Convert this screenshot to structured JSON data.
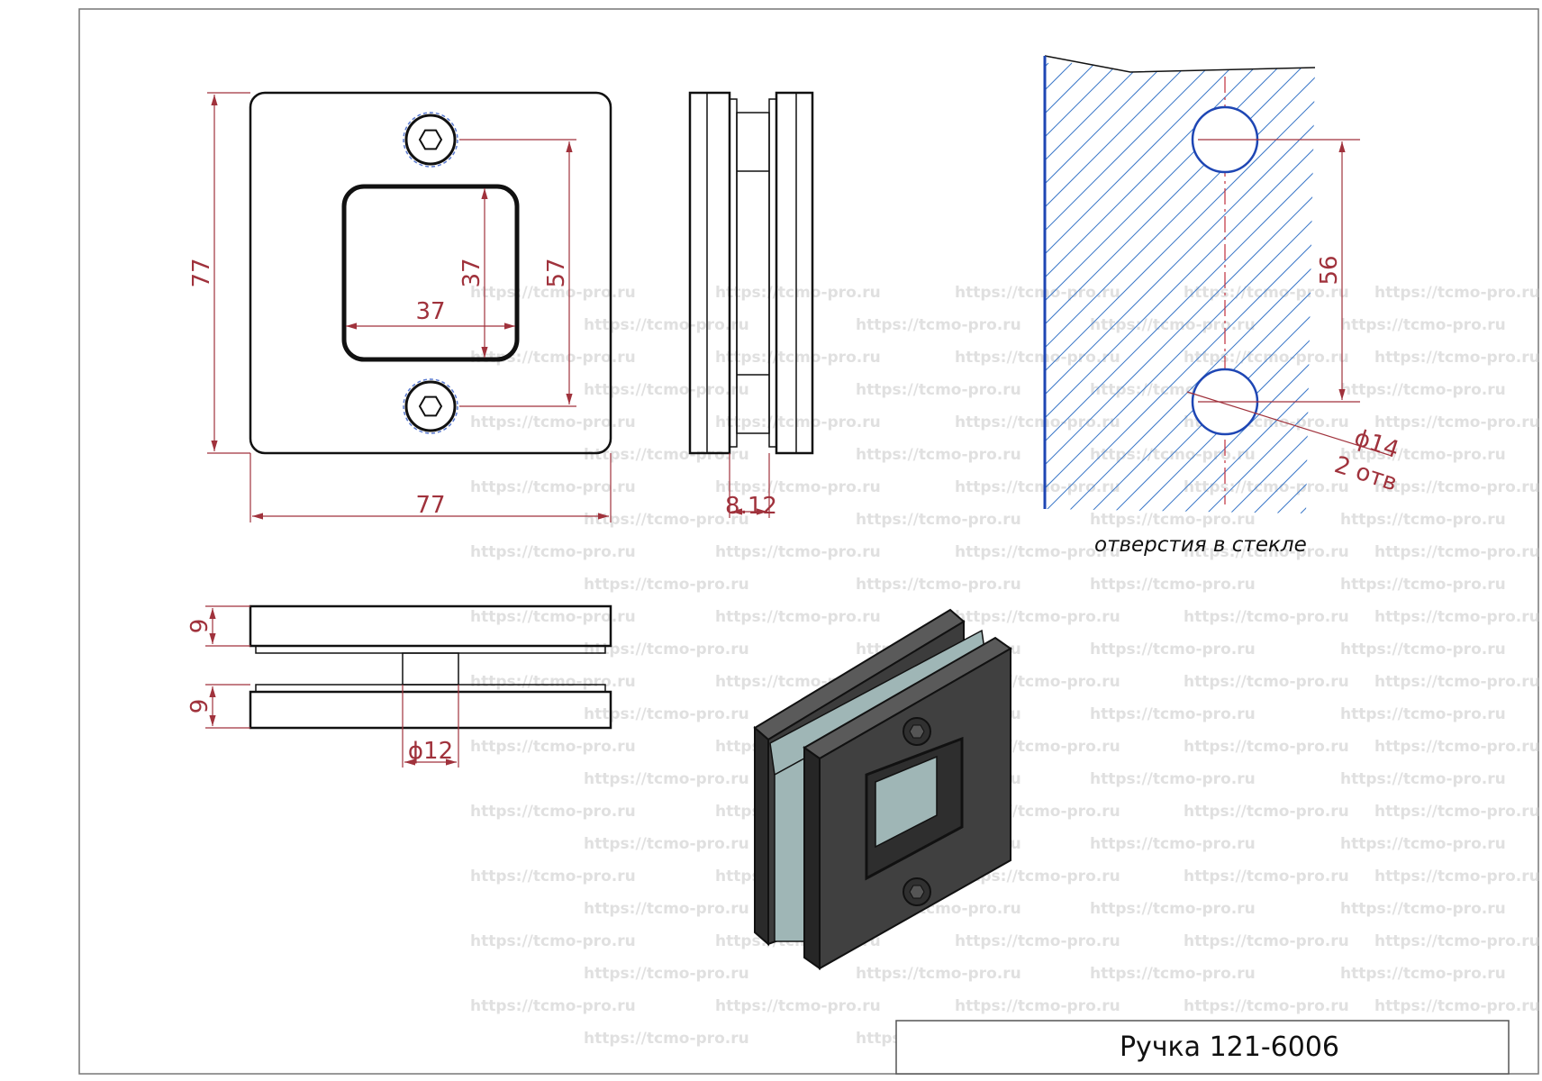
{
  "product_title": "Ручка 121-6006",
  "glass_holes_note": "отверстия в стекле",
  "watermark": "https://tcmo-pro.ru",
  "dimensions": {
    "plate_height": "77",
    "plate_width": "77",
    "cutout_width": "37",
    "cutout_height": "37",
    "bolt_spacing": "57",
    "gap": "8.12",
    "plate_thickness_top": "9",
    "plate_thickness_bottom": "9",
    "spacer_diameter": "ϕ12",
    "hole_spacing": "56",
    "hole_diameter": "ϕ14",
    "hole_count": "2 отв"
  },
  "colors": {
    "line": "#111111",
    "dimension": "#a0323c",
    "hatch": "#3c78c8",
    "hole_circle": "#1e46b4",
    "centerline": "#c0303c",
    "iso_face": "#3c3c3c",
    "iso_glass": "#9fb6b6"
  }
}
